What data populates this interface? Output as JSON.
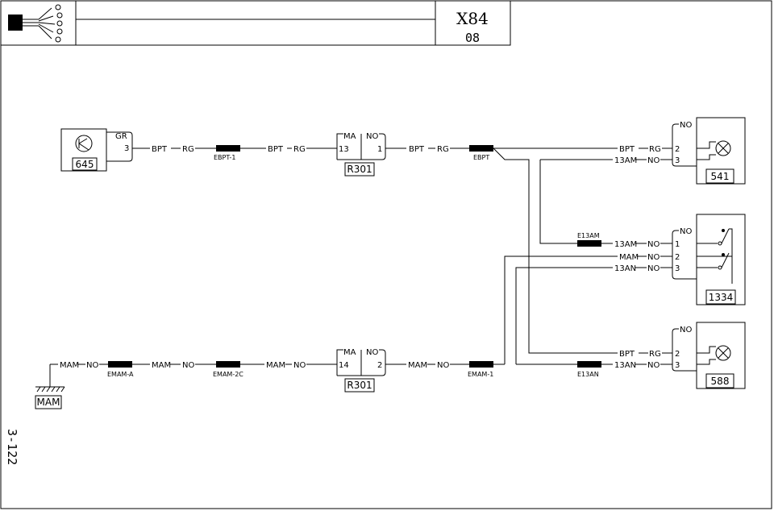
{
  "header": {
    "code": "X84",
    "sub": "08"
  },
  "side_ref": "3-122",
  "components": {
    "c645": "645",
    "c541": "541",
    "c1334": "1334",
    "c588": "588",
    "r301_top": "R301",
    "r301_bot": "R301",
    "mam_ground": "MAM"
  },
  "connectors": {
    "ebpt1": "EBPT-1",
    "ebpt": "EBPT",
    "e13am": "E13AM",
    "e13an": "E13AN",
    "emam_a": "EMAM-A",
    "emam_2c": "EMAM-2C",
    "emam_1": "EMAM-1"
  },
  "labels": {
    "gr": "GR",
    "pin3": "3",
    "bpt": "BPT",
    "rg": "RG",
    "ma": "MA",
    "no": "NO",
    "pin13": "13",
    "pin1": "1",
    "pin14": "14",
    "pin2": "2",
    "am13": "13AM",
    "an13": "13AN",
    "mam": "MAM"
  }
}
